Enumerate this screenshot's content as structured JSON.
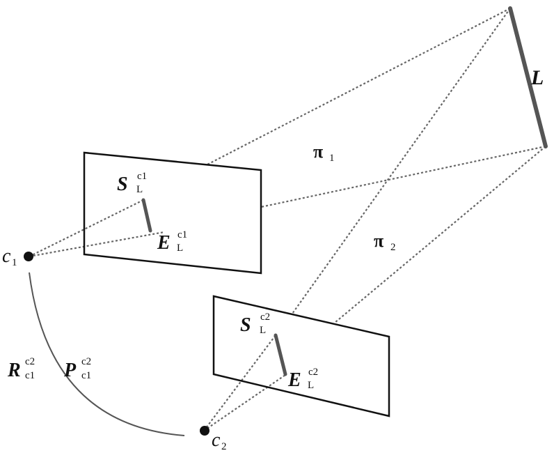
{
  "labels": {
    "line_L": "L",
    "plane_1": {
      "symbol": "π",
      "sub": "1"
    },
    "plane_2": {
      "symbol": "π",
      "sub": "2"
    },
    "camera_1": {
      "base": "c",
      "sub": "1"
    },
    "camera_2": {
      "base": "c",
      "sub": "2"
    },
    "start_1": {
      "base": "S",
      "sup": "c1",
      "sub": "L"
    },
    "end_1": {
      "base": "E",
      "sup": "c1",
      "sub": "L"
    },
    "start_2": {
      "base": "S",
      "sup": "c2",
      "sub": "L"
    },
    "end_2": {
      "base": "E",
      "sup": "c2",
      "sub": "L"
    },
    "rotation": {
      "base": "R",
      "sup": "c2",
      "sub": "c1"
    },
    "translation": {
      "base": "P",
      "sup": "c2",
      "sub": "c1"
    }
  },
  "colors": {
    "ink": "#111111",
    "segment": "#555555",
    "dotted": "#666666"
  }
}
